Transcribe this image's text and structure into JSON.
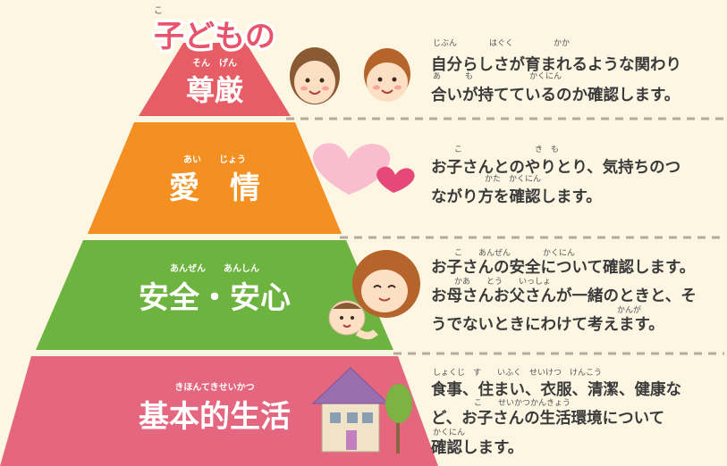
{
  "colors": {
    "background": "#fdf6e3",
    "tier1": "#e65d66",
    "tier2": "#f39021",
    "tier3": "#6db33f",
    "tier4": "#e4667f",
    "title": "#e8546c"
  },
  "title": {
    "text": "子どもの",
    "ruby": "こ"
  },
  "tiers": [
    {
      "label": "尊厳",
      "ruby": "そん　げん",
      "description": [
        "自分らしさが育まれるような関わり",
        "合いが持てているのか確認します。"
      ],
      "description_ruby": [
        "じぶん　　　　はぐく　　　　　かか",
        "あ　　　も　　　　　　　かくにん"
      ],
      "icon": "two-faces-icon"
    },
    {
      "label": "愛　情",
      "ruby": "あい　　じょう",
      "description": [
        "お子さんとのやりとり、気持ちのつ",
        "ながり方を確認します。"
      ],
      "description_ruby": [
        "こ　　　　　　　　　き　も",
        "かた　かくにん"
      ],
      "icon": "heart-icon"
    },
    {
      "label": "安全・安心",
      "ruby": "あんぜん　　あんしん",
      "description": [
        "お子さんの安全について確認します。",
        "お母さんお父さんが一緒のときと、そ",
        "うでないときにわけて考えます。"
      ],
      "description_ruby": [
        "こ　　あんぜん　　　　かくにん",
        "かあ　　とう　　いっしょ",
        "かんが"
      ],
      "icon": "mother-child-icon"
    },
    {
      "label": "基本的生活",
      "ruby": "きほんてきせいかつ",
      "description": [
        "食事、住まい、衣服、清潔、健康な",
        "ど、お子さんの生活環境について",
        "確認します。"
      ],
      "description_ruby": [
        "しょくじ　す　　いふく　せいけつ　けんこう",
        "こ　　せいかつかんきょう",
        "かくにん"
      ],
      "icon": "house-icon"
    }
  ]
}
